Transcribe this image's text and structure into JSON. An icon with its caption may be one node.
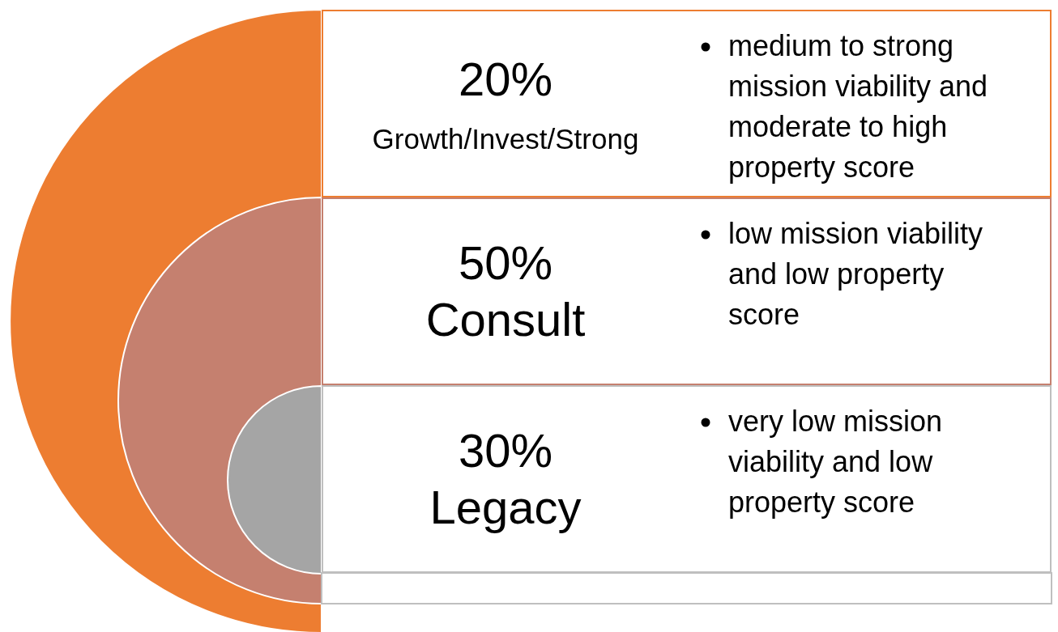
{
  "diagram": {
    "nodes": [
      {
        "text": [],
        "shape": "semicircle"
      },
      {
        "text": [],
        "shape": "semicircle",
        "in": 0
      },
      {
        "text": [],
        "shape": "semicircle",
        "in": 1
      },
      {
        "text": [
          "20%",
          "Growth/Invest/Strong",
          "medium to strong mission viability and moderate to high property score"
        ]
      },
      {
        "text": [
          "50%",
          "Consult",
          "low mission viability and low property score"
        ]
      },
      {
        "text": [
          "30%",
          "Legacy",
          "very low mission viability and low property score"
        ]
      },
      {
        "text": [],
        "shape": "box"
      }
    ],
    "edges": []
  }
}
